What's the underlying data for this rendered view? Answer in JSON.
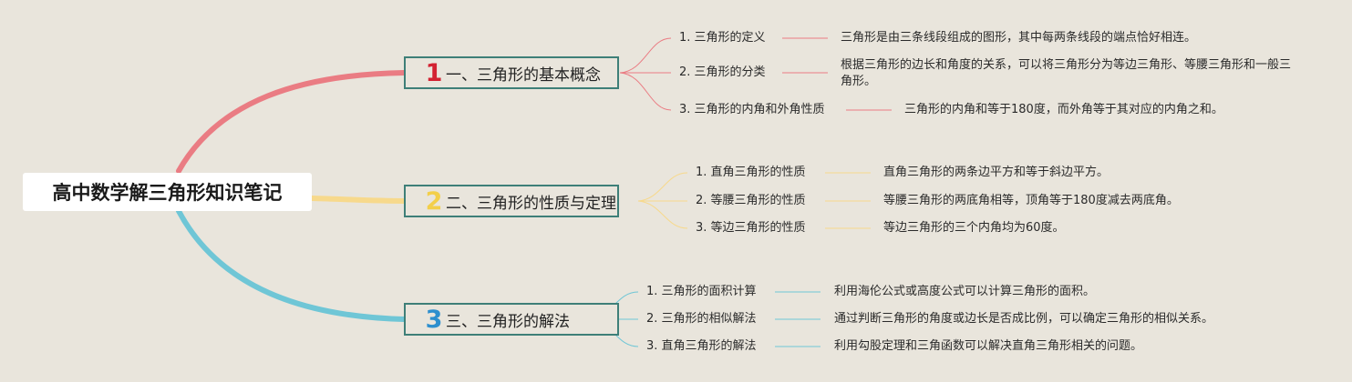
{
  "root": {
    "label": "高中数学解三角形知识笔记"
  },
  "branches": [
    {
      "number": "1",
      "label": "一、三角形的基本概念",
      "color": "#ea7c83",
      "items": [
        {
          "label": "1. 三角形的定义",
          "desc": "三角形是由三条线段组成的图形，其中每两条线段的端点恰好相连。"
        },
        {
          "label": "2. 三角形的分类",
          "desc": "根据三角形的边长和角度的关系，可以将三角形分为等边三角形、等腰三角形和一般三角形。"
        },
        {
          "label": "3. 三角形的内角和外角性质",
          "desc": "三角形的内角和等于180度，而外角等于其对应的内角之和。"
        }
      ]
    },
    {
      "number": "2",
      "label": "二、三角形的性质与定理",
      "color": "#f7d98c",
      "items": [
        {
          "label": "1. 直角三角形的性质",
          "desc": "直角三角形的两条边平方和等于斜边平方。"
        },
        {
          "label": "2. 等腰三角形的性质",
          "desc": "等腰三角形的两底角相等，顶角等于180度减去两底角。"
        },
        {
          "label": "3. 等边三角形的性质",
          "desc": "等边三角形的三个内角均为60度。"
        }
      ]
    },
    {
      "number": "3",
      "label": "三、三角形的解法",
      "color": "#6fc6d6",
      "items": [
        {
          "label": "1. 三角形的面积计算",
          "desc": "利用海伦公式或高度公式可以计算三角形的面积。"
        },
        {
          "label": "2. 三角形的相似解法",
          "desc": "通过判断三角形的角度或边长是否成比例，可以确定三角形的相似关系。"
        },
        {
          "label": "3. 直角三角形的解法",
          "desc": "利用勾股定理和三角函数可以解决直角三角形相关的问题。"
        }
      ]
    }
  ]
}
